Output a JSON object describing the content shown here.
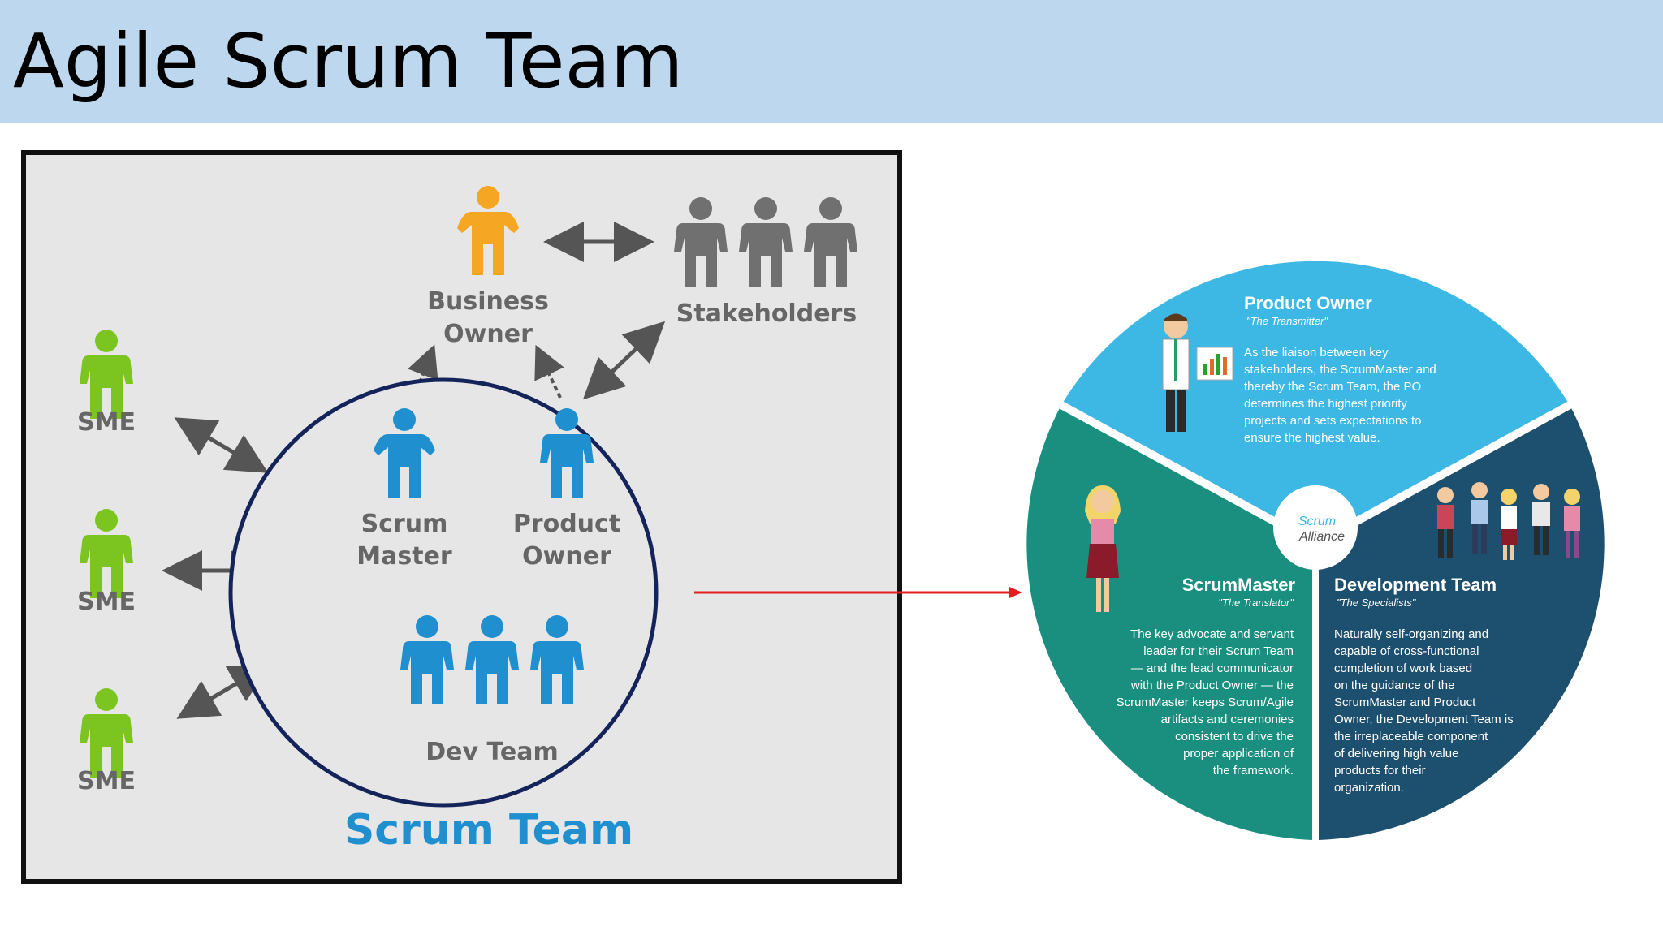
{
  "page": {
    "title": "Agile Scrum Team"
  },
  "left_diagram": {
    "business_owner": [
      "Business",
      "Owner"
    ],
    "stakeholders": "Stakeholders",
    "sme_labels": [
      "SME",
      "SME",
      "SME"
    ],
    "scrum_master": [
      "Scrum",
      "Master"
    ],
    "product_owner": [
      "Product",
      "Owner"
    ],
    "dev_team": "Dev Team",
    "scrum_team": "Scrum Team"
  },
  "right_diagram": {
    "center_logo": [
      "Scrum",
      "Alliance"
    ],
    "product_owner": {
      "title": "Product Owner",
      "subtitle": "\"The Transmitter\"",
      "lines": [
        "As the liaison between key",
        "stakeholders, the ScrumMaster and",
        "thereby the Scrum Team, the PO",
        "determines the highest priority",
        "projects and sets expectations to",
        "ensure the highest value."
      ]
    },
    "scrum_master": {
      "title": "ScrumMaster",
      "subtitle": "\"The Translator\"",
      "lines": [
        "The key advocate and servant",
        "leader for their Scrum Team",
        "— and the lead communicator",
        "with the Product Owner — the",
        "ScrumMaster keeps Scrum/Agile",
        "artifacts and ceremonies",
        "consistent to drive the",
        "proper application of",
        "the framework."
      ]
    },
    "dev_team": {
      "title": "Development Team",
      "subtitle": "\"The Specialists\"",
      "lines": [
        "Naturally self-organizing and",
        "capable of cross-functional",
        "completion of work based",
        "on the guidance of the",
        "ScrumMaster and Product",
        "Owner, the Development Team is",
        "the  irreplaceable component",
        "of delivering high value",
        "products for their",
        "organization."
      ]
    },
    "colors": {
      "product_owner_bg": "#3db8e4",
      "scrum_master_bg": "#1a8f7f",
      "dev_team_bg": "#1d4f6e",
      "connector_arrow": "#e02020"
    }
  }
}
